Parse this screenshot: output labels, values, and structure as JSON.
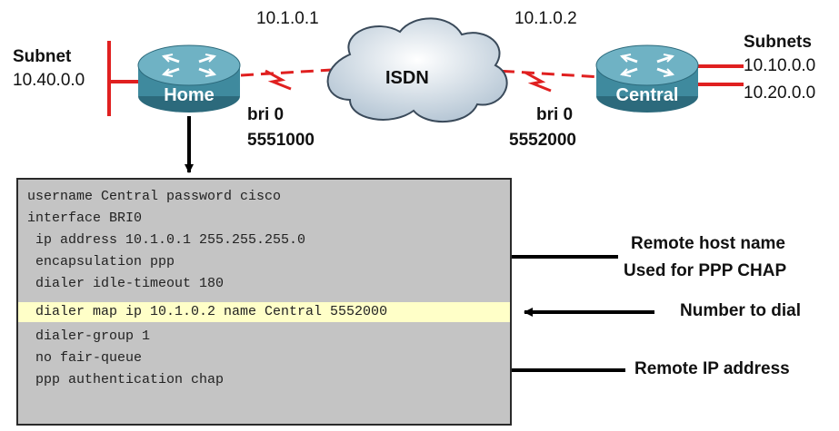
{
  "network": {
    "left_subnet_label": "Subnet",
    "left_subnet_value": "10.40.0.0",
    "home_router": "Home",
    "central_router": "Central",
    "cloud_label": "ISDN",
    "home_ip": "10.1.0.1",
    "central_ip": "10.1.0.2",
    "home_interface": "bri 0",
    "home_number": "5551000",
    "central_interface": "bri 0",
    "central_number": "5552000",
    "right_subnets_label": "Subnets",
    "right_subnet_1": "10.10.0.0",
    "right_subnet_2": "10.20.0.0"
  },
  "config": {
    "lines": [
      "username Central password cisco",
      "interface BRI0",
      " ip address 10.1.0.1 255.255.255.0",
      " encapsulation ppp",
      " dialer idle-timeout 180",
      " dialer map ip 10.1.0.2 name Central 5552000",
      " dialer-group 1",
      " no fair-queue",
      " ppp authentication chap"
    ],
    "highlight_color": "#ffffc8"
  },
  "annotations": {
    "remote_host_line1": "Remote host name",
    "remote_host_line2": "Used for PPP CHAP",
    "number_to_dial": "Number to dial",
    "remote_ip": "Remote IP address"
  },
  "colors": {
    "router_fill": "#3f8a9e",
    "link_red": "#e02020",
    "cloud_fill": "#e6eef4"
  }
}
